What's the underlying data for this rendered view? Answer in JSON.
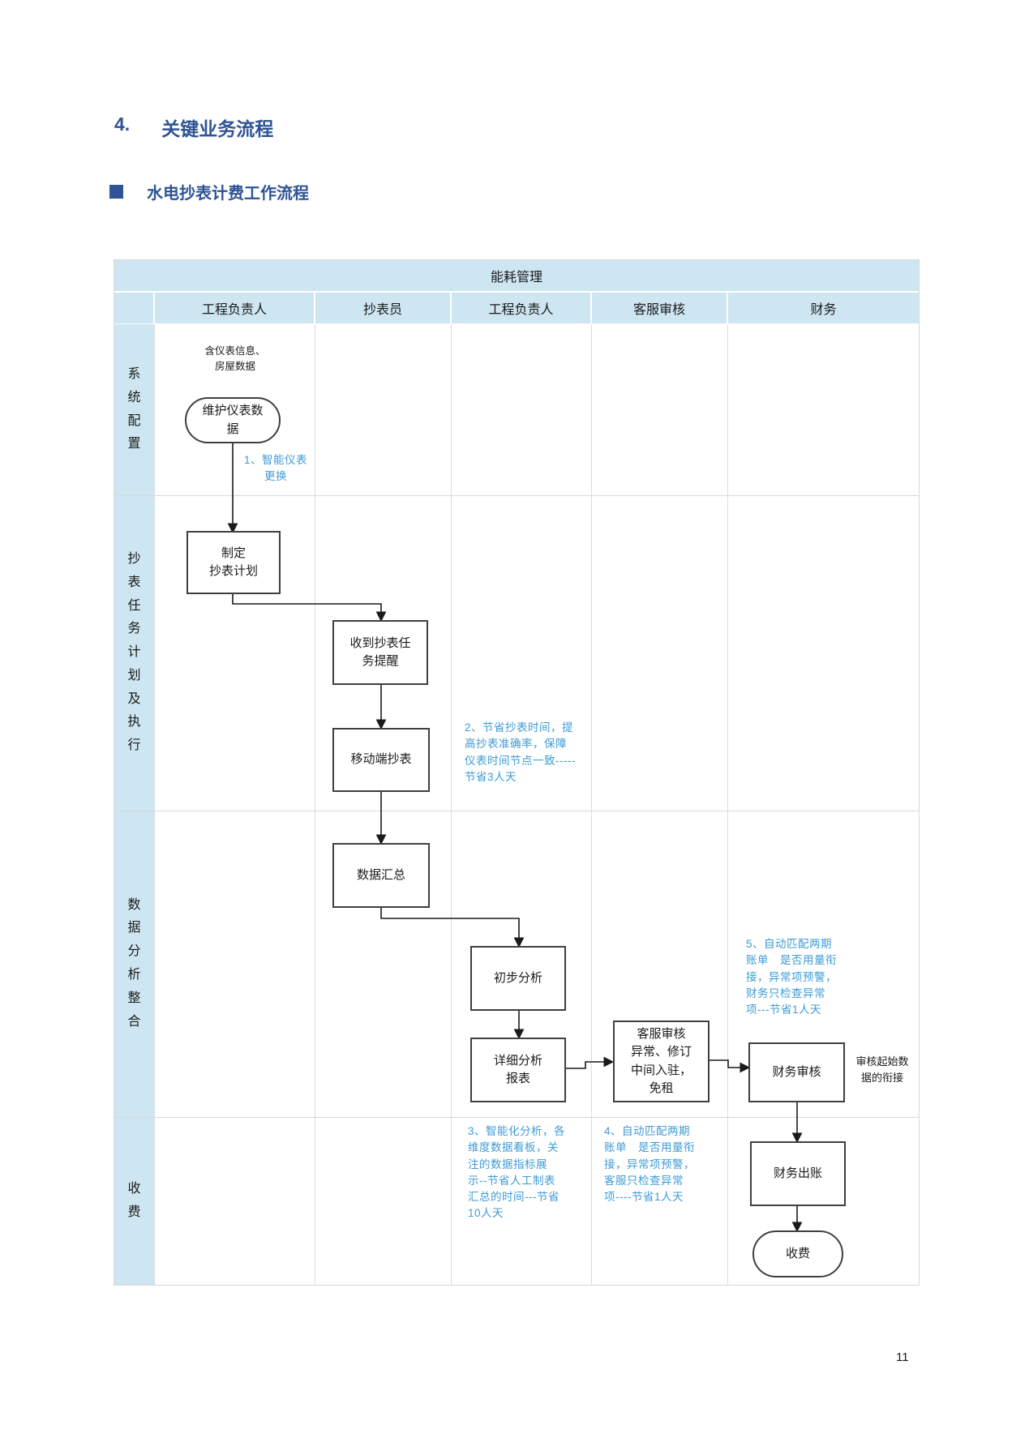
{
  "page": {
    "section_number": "4.",
    "section_title": "关键业务流程",
    "bullet_title": "水电抄表计费工作流程",
    "page_number": "11"
  },
  "diagram": {
    "title": "能耗管理",
    "lanes": [
      "工程负责人",
      "抄表员",
      "工程负责人",
      "客服审核",
      "财务"
    ],
    "rows": [
      "系统配置",
      "抄表任务计划及执行",
      "数据分析整合",
      "收费"
    ],
    "nodes": {
      "meter_info_note": "含仪表信息、\n房屋数据",
      "maintain_meter_data": "维护仪表数\n据",
      "make_reading_plan": "制定\n抄表计划",
      "receive_task_reminder": "收到抄表任\n务提醒",
      "mobile_reading": "移动端抄表",
      "data_summary": "数据汇总",
      "preliminary_analysis": "初步分析",
      "detailed_report": "详细分析\n报表",
      "cs_review": "客服审核\n异常、修订\n中间入驻，\n免租",
      "finance_review": "财务审核",
      "finance_billing": "财务出账",
      "fee_collection": "收费",
      "review_link_note": "审核起始数\n据的衔接"
    },
    "annotations": {
      "a1": "1、智能仪表\n更换",
      "a2": "2、节省抄表时间，提\n高抄表准确率，保障\n仪表时间节点一致-----\n节省3人天",
      "a3": "3、智能化分析，各\n维度数据看板，关\n注的数据指标展\n示--节省人工制表\n汇总的时间---节省\n10人天",
      "a4": "4、自动匹配两期\n账单　是否用量衔\n接，异常项预警，\n客服只检查异常\n项----节省1人天",
      "a5": "5、自动匹配两期\n账单　是否用量衔\n接，异常项预警，\n财务只检查异常\n项---节省1人天"
    },
    "colors": {
      "band_fill": "#cde6f2",
      "heading_blue": "#2e5496",
      "annotation_blue": "#3e9bd6",
      "grid_line": "#d9d9d9",
      "box_border": "#3f3f3f"
    }
  }
}
